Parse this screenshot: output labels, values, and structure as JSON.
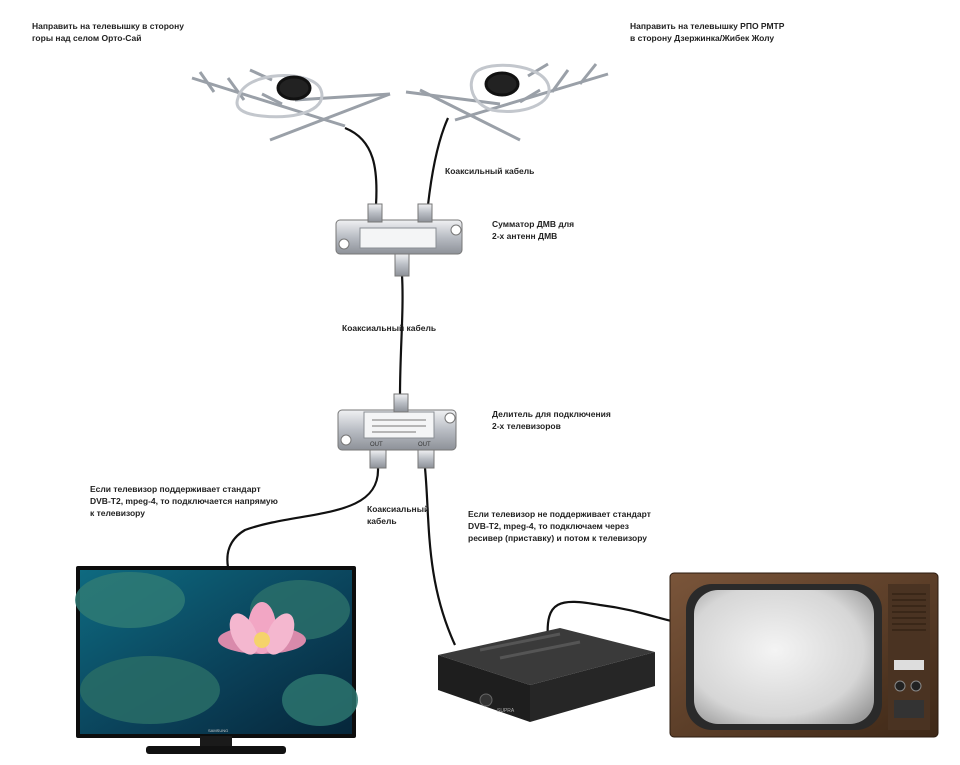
{
  "labels": {
    "antenna_left": [
      "Направить на телевышку в сторону",
      "горы над селом Орто-Сай"
    ],
    "antenna_right": [
      "Направить на телевышку РПО РМТР",
      "в сторону Дзержинка/Жибек Жолу"
    ],
    "cable_top": "Коаксильный кабель",
    "combiner": [
      "Сумматор ДМВ для",
      "2-х антенн ДМВ"
    ],
    "cable_mid": "Коаксиальный кабель",
    "splitter": [
      "Делитель для подключения",
      "2-х телевизоров"
    ],
    "cable_low": [
      "Коаксиальный",
      "кабель"
    ],
    "tv_direct": [
      "Если телевизор поддерживает стандарт",
      "DVB-T2, mpeg-4, то подключается напрямую",
      "к телевизору"
    ],
    "tv_receiver": [
      "Если телевизор не поддерживает стандарт",
      "DVB-T2, mpeg-4, то подключаем через",
      "ресивер (приставку) и потом к телевизору"
    ]
  },
  "device_text": {
    "splitter_out_left": "OUT",
    "splitter_out_right": "OUT",
    "receiver_brand": "SUPRA",
    "tv_brand": "SAMSUNG"
  },
  "colors": {
    "cable": "#111111",
    "metal": "#c9ccd1",
    "receiver": "#1e1e1e",
    "water": "#0b4a63",
    "lotus": "#f2a6c4",
    "retro_case": "#5a3d27"
  }
}
